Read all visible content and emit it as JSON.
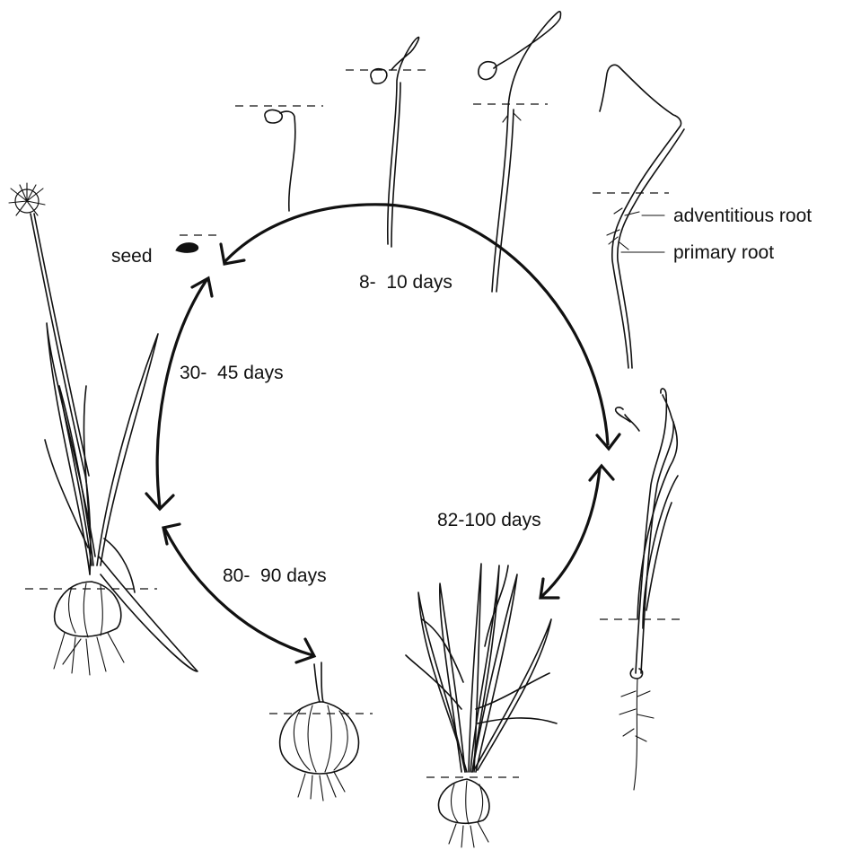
{
  "labels": {
    "seed": "seed",
    "stage_1": "8-  10 days",
    "stage_2": "82-100 days",
    "stage_3": "80-  90 days",
    "stage_4": "30-  45 days",
    "adventitious_root": "adventitious root",
    "primary_root": "primary root"
  }
}
